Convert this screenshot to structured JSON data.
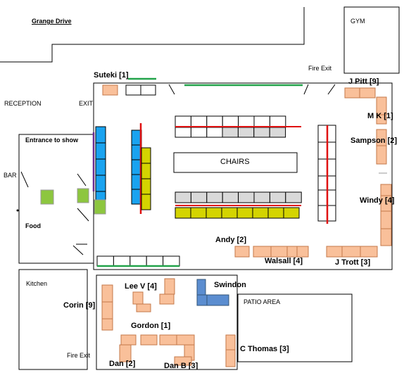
{
  "title": "Grange Drive",
  "areas": {
    "gym": "GYM",
    "reception": "RECEPTION",
    "exit": "EXIT",
    "fire_exit_top": "Fire Exit",
    "entrance": "Entrance to show",
    "bar": "BAR",
    "food": "Food",
    "kitchen": "Kitchen",
    "patio": "PATIO AREA",
    "fire_exit_bottom": "Fire Exit",
    "chairs": "CHAIRS"
  },
  "stalls": {
    "suteki": "Suteki [1]",
    "jpitt": "J Pitt [9]",
    "mk": "M K [1]",
    "sampson": "Sampson [2]",
    "windy": "Windy [4]",
    "andy": "Andy [2]",
    "walsall": "Walsall [4]",
    "jtrott": "J Trott [3]",
    "leev": "Lee V [4]",
    "swindon": "Swindon",
    "corin": "Corin [9]",
    "gordon": "Gordon [1]",
    "cthomas": "C Thomas [3]",
    "dan": "Dan [2]",
    "danb": "Dan B [3]"
  },
  "colors": {
    "stall": "#f9c09a",
    "stall_border": "#c4784a",
    "blue_table": "#1aa3f0",
    "blue_alt": "#5b8dd0",
    "yellow_table": "#d4d400",
    "grey_table": "#d9d9d9",
    "red_line": "#e01010",
    "green_line": "#22a34a",
    "green_box": "#8dc63f",
    "purple_line": "#6a2c91"
  }
}
